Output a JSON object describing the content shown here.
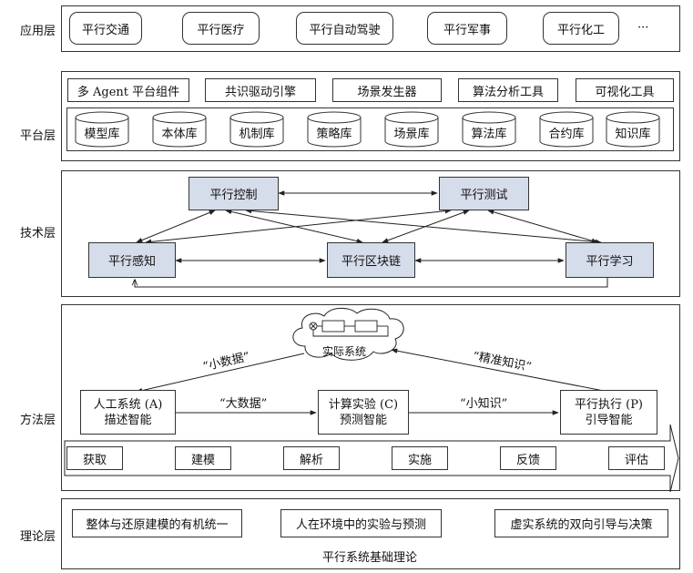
{
  "layers": {
    "application": "应用层",
    "platform": "平台层",
    "technology": "技术层",
    "method": "方法层",
    "theory": "理论层"
  },
  "application": {
    "items": [
      "平行交通",
      "平行医疗",
      "平行自动驾驶",
      "平行军事",
      "平行化工"
    ],
    "ellipsis": "···"
  },
  "platform": {
    "tools": [
      "多 Agent 平台组件",
      "共识驱动引擎",
      "场景发生器",
      "算法分析工具",
      "可视化工具"
    ],
    "libraries": [
      "模型库",
      "本体库",
      "机制库",
      "策略库",
      "场景库",
      "算法库",
      "合约库",
      "知识库"
    ]
  },
  "technology": {
    "control": "平行控制",
    "test": "平行测试",
    "perception": "平行感知",
    "blockchain": "平行区块链",
    "learning": "平行学习"
  },
  "method": {
    "real_system": "实际系统",
    "small_data": "“小数据”",
    "precise_knowledge": "“精准知识”",
    "big_data": "“大数据”",
    "small_knowledge": "“小知识”",
    "artificial_title": "人工系统 (A)",
    "artificial_sub": "描述智能",
    "computational_title": "计算实验 (C)",
    "computational_sub": "预测智能",
    "execution_title": "平行执行 (P)",
    "execution_sub": "引导智能",
    "steps": [
      "获取",
      "建模",
      "解析",
      "实施",
      "反馈",
      "评估"
    ]
  },
  "theory": {
    "items": [
      "整体与还原建模的有机统一",
      "人在环境中的实验与预测",
      "虚实系统的双向引导与决策"
    ],
    "footer": "平行系统基础理论"
  }
}
